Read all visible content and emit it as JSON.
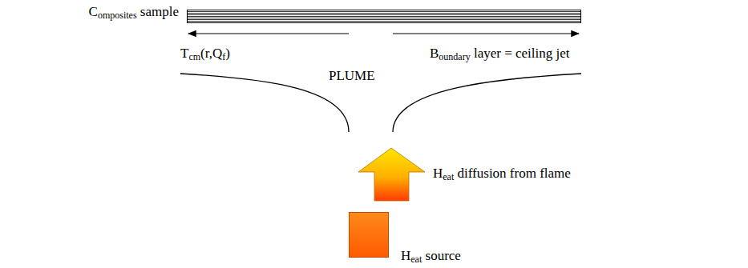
{
  "diagram": {
    "nodes": [
      {
        "text": [
          "Composites sample"
        ]
      },
      {
        "text": [
          "Heat source"
        ]
      }
    ],
    "labels": [
      "Tcm(r,Qf)",
      "PLUME",
      "Boundary layer = ceiling jet",
      "Heat diffusion from flame"
    ]
  }
}
